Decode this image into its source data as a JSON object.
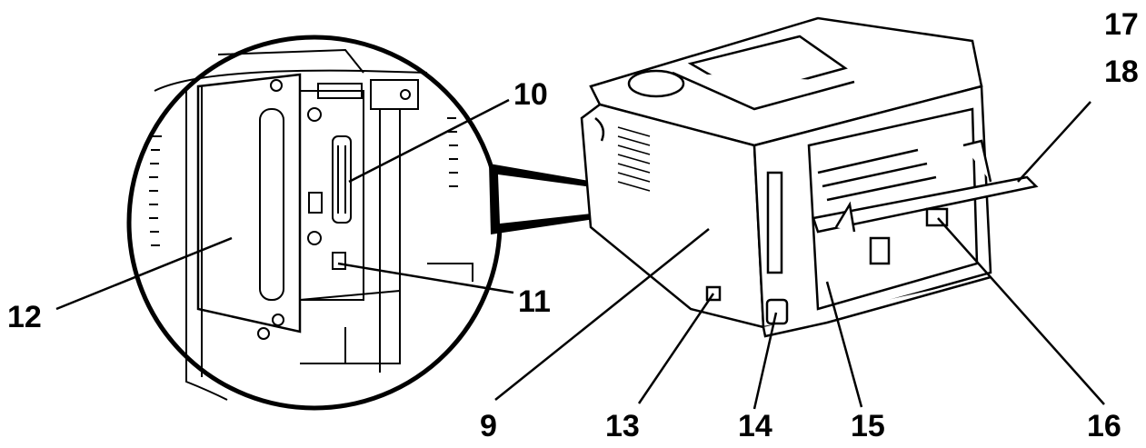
{
  "callouts": [
    {
      "id": "c9",
      "label": "9"
    },
    {
      "id": "c10",
      "label": "10"
    },
    {
      "id": "c11",
      "label": "11"
    },
    {
      "id": "c12",
      "label": "12"
    },
    {
      "id": "c13",
      "label": "13"
    },
    {
      "id": "c14",
      "label": "14"
    },
    {
      "id": "c15",
      "label": "15"
    },
    {
      "id": "c16",
      "label": "16"
    },
    {
      "id": "c17",
      "label": "17"
    },
    {
      "id": "c18",
      "label": "18"
    }
  ],
  "colors": {
    "ink": "#000000",
    "paper": "#ffffff",
    "shade": "#1a1a1a"
  }
}
